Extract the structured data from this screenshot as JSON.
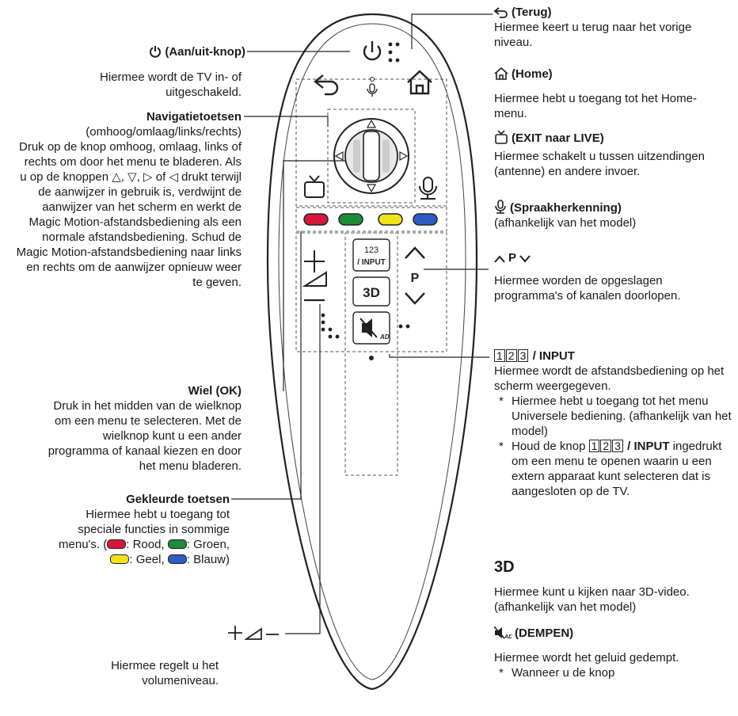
{
  "left": {
    "power": {
      "title": "(Aan/uit-knop)",
      "desc": "Hiermee wordt de TV in- of uitgeschakeld."
    },
    "nav": {
      "title": "Navigatietoetsen",
      "subtitle": "(omhoog/omlaag/links/rechts)",
      "desc_a": "Druk op de knop omhoog, omlaag, links of rechts om door het menu te bladeren. Als u op de knoppen",
      "sym_up": "△",
      "sym_down": "▽",
      "sym_right": "▷",
      "sym_or": "of",
      "sym_left": "◁",
      "desc_b": "drukt terwijl de aanwijzer in gebruik is, verdwijnt de aanwijzer van het scherm en werkt de Magic Motion-afstandsbediening als een normale afstandsbediening. Schud de Magic Motion-afstandsbediening naar links en rechts om de aanwijzer opnieuw weer te geven."
    },
    "wheel": {
      "title": "Wiel (OK)",
      "desc": "Druk in het midden van de wielknop om een menu te selecteren. Met de wielknop kunt u een ander programma of kanaal kiezen en door het menu bladeren."
    },
    "colour": {
      "title": "Gekleurde toetsen",
      "desc": "Hiermee hebt u toegang tot speciale functies in sommige menu's. (",
      "red": "Rood,",
      "green": "Groen,",
      "yellow": "Geel,",
      "blue": "Blauw)"
    },
    "volume": {
      "desc": "Hiermee regelt u het volumeniveau."
    }
  },
  "right": {
    "back": {
      "title": "(Terug)",
      "desc": "Hiermee keert u terug naar het vorige niveau."
    },
    "home": {
      "title": "(Home)",
      "desc": "Hiermee hebt u toegang tot het Home-menu."
    },
    "exit": {
      "title": "(EXIT naar LIVE)",
      "desc": "Hiermee schakelt u tussen uitzendingen (antenne) en andere invoer."
    },
    "voice": {
      "title": "(Spraakherkenning)",
      "desc": "(afhankelijk van het model)"
    },
    "prog": {
      "title": "P",
      "desc": "Hiermee worden de opgeslagen programma's of kanalen doorlopen."
    },
    "input": {
      "k1": "1",
      "k2": "2",
      "k3": "3",
      "title": "/ INPUT",
      "desc": "Hiermee wordt de afstandsbediening op het scherm weergegeven.",
      "note1": "Hiermee hebt u toegang tot het menu Universele bediening. (afhankelijk van het model)",
      "note2a": "Houd de knop",
      "note2b": "/ INPUT",
      "note2c": "ingedrukt om een menu te openen waarin u een extern apparaat kunt selecteren dat is aangesloten op de TV."
    },
    "threed": {
      "title": "3D",
      "desc": "Hiermee kunt u kijken naar 3D-video. (afhankelijk van het model)"
    },
    "mute": {
      "title": "(DEMPEN)",
      "desc": "Hiermee wordt het geluid gedempt.",
      "note": "Wanneer u de knop"
    }
  },
  "remote": {
    "key_input_top": "123",
    "key_input_label": "/ INPUT",
    "key_3d": "3D",
    "key_p": "P"
  },
  "colors": {
    "red": "#d4173a",
    "green": "#1f8a3a",
    "yellow": "#f2e21a",
    "blue": "#2f5bc4"
  }
}
